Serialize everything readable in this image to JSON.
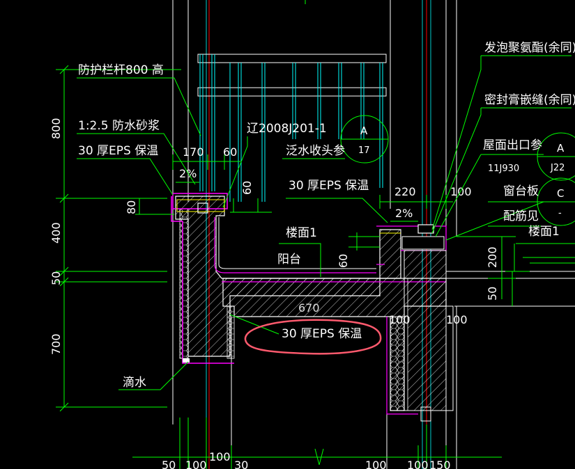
{
  "colors": {
    "background": "#000000",
    "green": "#00ff00",
    "white": "#ffffff",
    "cyan": "#00ffff",
    "magenta": "#ff00ff",
    "red": "#ff0000",
    "yellow": "#ffff00",
    "pink": "#ff5a6e"
  },
  "labels": {
    "railing": "防护栏杆800  高",
    "mortar": "1:2.5  防水砂浆",
    "eps_top_left": "30 厚EPS 保温",
    "ref_std": "辽2008J201-1",
    "water_detail": "泛水收头参",
    "eps_top_mid": "30 厚EPS 保温",
    "foam": "发泡聚氨酯(余同)",
    "sealant": "密封膏嵌缝(余同)",
    "roof_outlet": "屋面出口参",
    "ref_11j": "11J930",
    "window_sill": "窗台板",
    "rebar": "配筋见",
    "floor_right": "楼面1",
    "floor_mid": "楼面1",
    "balcony": "阳台",
    "eps_bottom": "30 厚EPS 保温",
    "drip": "滴水"
  },
  "circles": {
    "c1_top": "A",
    "c1_bottom": "17",
    "c2_top": "A",
    "c2_bottom": "J22",
    "c3_top": "C",
    "c3_bottom": "-"
  },
  "dimensions": {
    "v800": "800",
    "v400": "400",
    "v50": "50",
    "v700": "700",
    "d170": "170",
    "d60a": "60",
    "d2pct_left": "2%",
    "d60b": "60",
    "d80": "80",
    "d220": "220",
    "d100a": "100",
    "d2pct_right": "2%",
    "d60c": "60",
    "d200": "200",
    "d50": "50",
    "d670": "670",
    "d100b": "100",
    "d100c": "100",
    "b50": "50",
    "b100a": "100",
    "b100b": "100",
    "b30": "30",
    "b100c": "100",
    "b100d": "100",
    "b150": "150"
  }
}
